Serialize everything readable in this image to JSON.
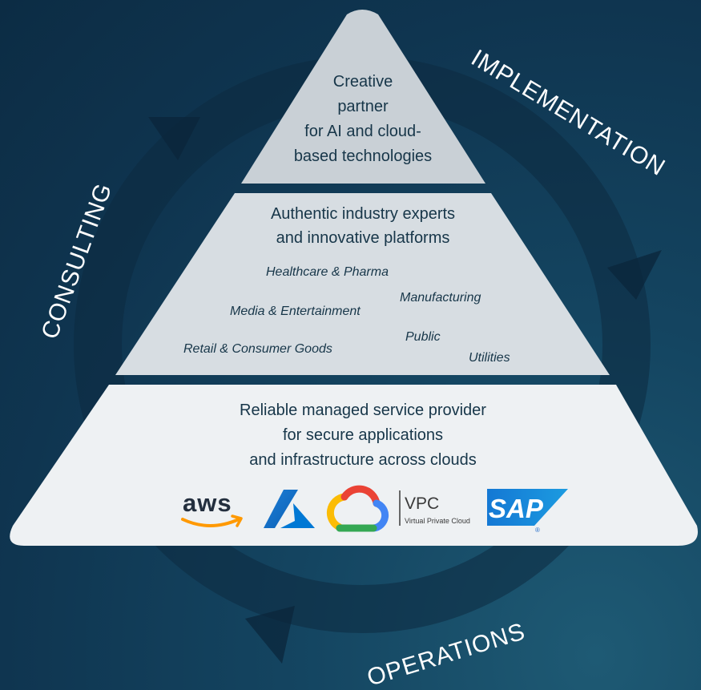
{
  "cycle": {
    "consulting": "CONSULTING",
    "implementation": "IMPLEMENTATION",
    "operations": "OPERATIONS"
  },
  "pyramid": {
    "top": {
      "lines": [
        "Creative",
        "partner",
        "for AI and cloud-",
        "based technologies"
      ]
    },
    "middle": {
      "lines": [
        "Authentic industry experts",
        "and innovative platforms"
      ],
      "industries": {
        "healthcare": "Healthcare & Pharma",
        "manufacturing": "Manufacturing",
        "media": "Media & Entertainment",
        "public": "Public",
        "retail": "Retail & Consumer Goods",
        "utilities": "Utilities"
      }
    },
    "bottom": {
      "lines": [
        "Reliable managed service provider",
        "for secure applications",
        "and infrastructure across clouds"
      ],
      "logos": {
        "aws": "aws",
        "azure": "azure-logo",
        "gcp": "google-cloud-logo",
        "vpc_title": "VPC",
        "vpc_sub": "Virtual Private Cloud",
        "sap": "SAP",
        "sap_reg": "®"
      }
    }
  },
  "colors": {
    "background": "#0f3550",
    "text": "#173649",
    "aws_orange": "#ff9900",
    "azure_blue": "#0078d4",
    "sap_blue": "#1c68c8"
  }
}
